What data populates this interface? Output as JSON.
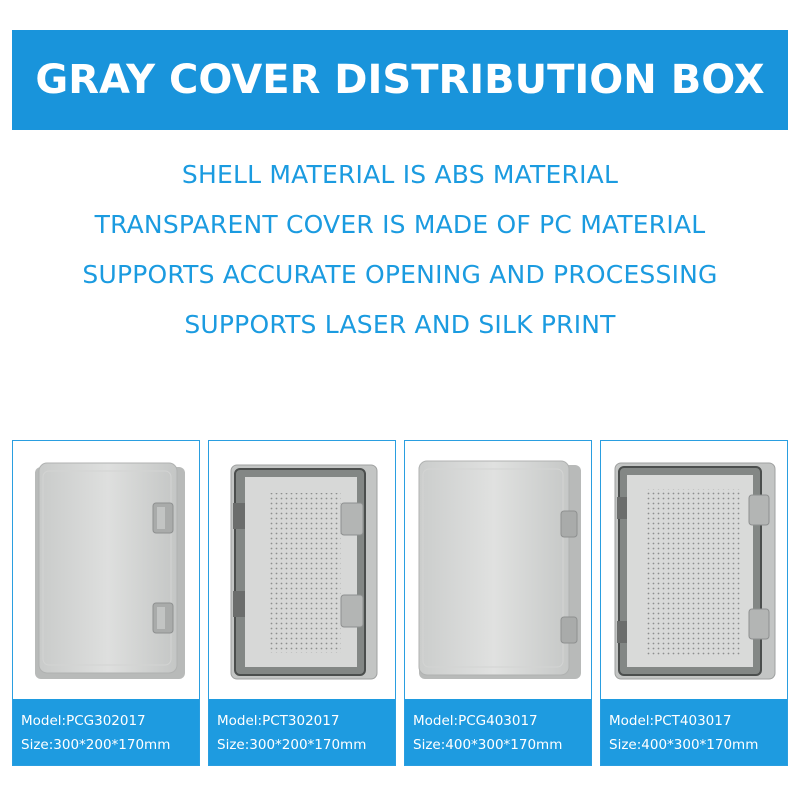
{
  "banner": {
    "title": "GRAY COVER DISTRIBUTION BOX",
    "color": "#1994db"
  },
  "features": [
    "SHELL MATERIAL IS ABS MATERIAL",
    "TRANSPARENT COVER IS MADE OF PC MATERIAL",
    "SUPPORTS ACCURATE OPENING AND PROCESSING",
    "SUPPORTS LASER AND SILK PRINT"
  ],
  "text_color": "#1b9be0",
  "products": [
    {
      "model": "Model:PCG302017",
      "size": "Size:300*200*170mm",
      "cover": "gray"
    },
    {
      "model": "Model:PCT302017",
      "size": "Size:300*200*170mm",
      "cover": "transparent"
    },
    {
      "model": "Model:PCG403017",
      "size": "Size:400*300*170mm",
      "cover": "gray"
    },
    {
      "model": "Model:PCT403017",
      "size": "Size:400*300*170mm",
      "cover": "transparent"
    }
  ]
}
